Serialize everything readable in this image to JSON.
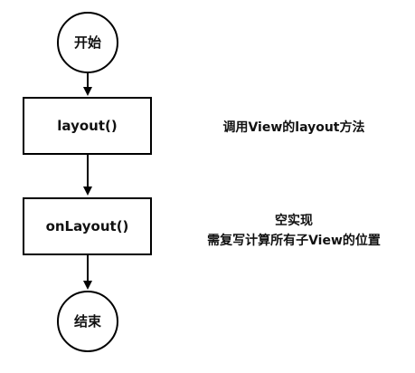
{
  "flowchart": {
    "start": {
      "label": "开始"
    },
    "step1": {
      "label": "layout()"
    },
    "step2": {
      "label": "onLayout()"
    },
    "end": {
      "label": "结束"
    }
  },
  "notes": {
    "step1_note": "调用View的layout方法",
    "step2_note_line1": "空实现",
    "step2_note_line2": "需复写计算所有子View的位置"
  },
  "colors": {
    "stroke": "#000000",
    "fill": "#ffffff",
    "text": "#111111"
  }
}
